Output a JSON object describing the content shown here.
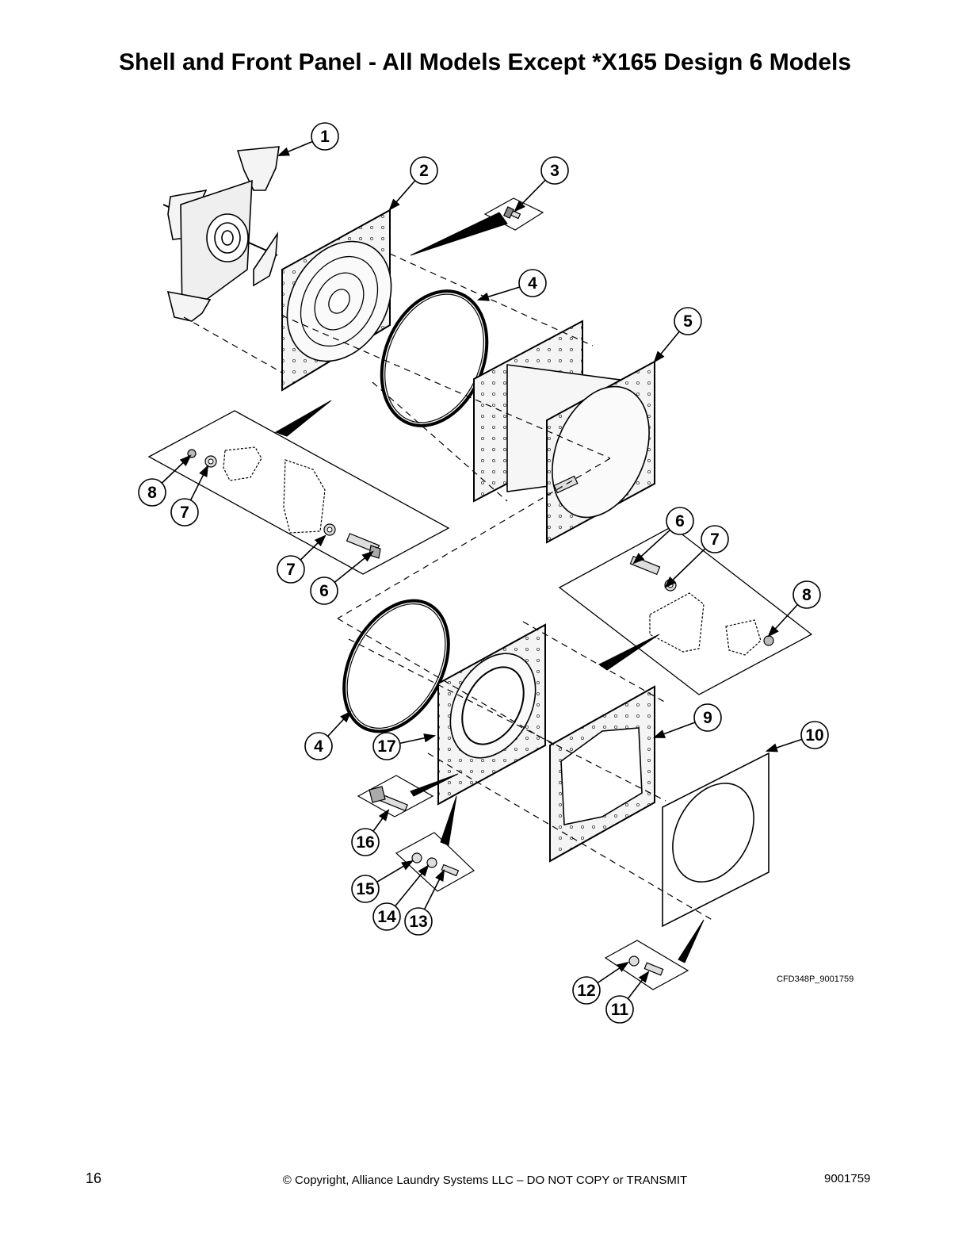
{
  "title": "Shell and Front Panel - All Models Except *X165 Design 6 Models",
  "figure_code": "CFD348P_9001759",
  "callouts": [
    "1",
    "2",
    "3",
    "4",
    "5",
    "8",
    "7",
    "7",
    "6",
    "6",
    "7",
    "8",
    "4",
    "17",
    "9",
    "10",
    "16",
    "15",
    "14",
    "13",
    "12",
    "11"
  ],
  "footer": {
    "page_number": "16",
    "copyright": "© Copyright, Alliance Laundry Systems LLC – DO NOT COPY or TRANSMIT",
    "doc_number": "9001759"
  },
  "colors": {
    "ink": "#000000",
    "paper": "#ffffff",
    "part_fill": "#f2f2f2"
  }
}
